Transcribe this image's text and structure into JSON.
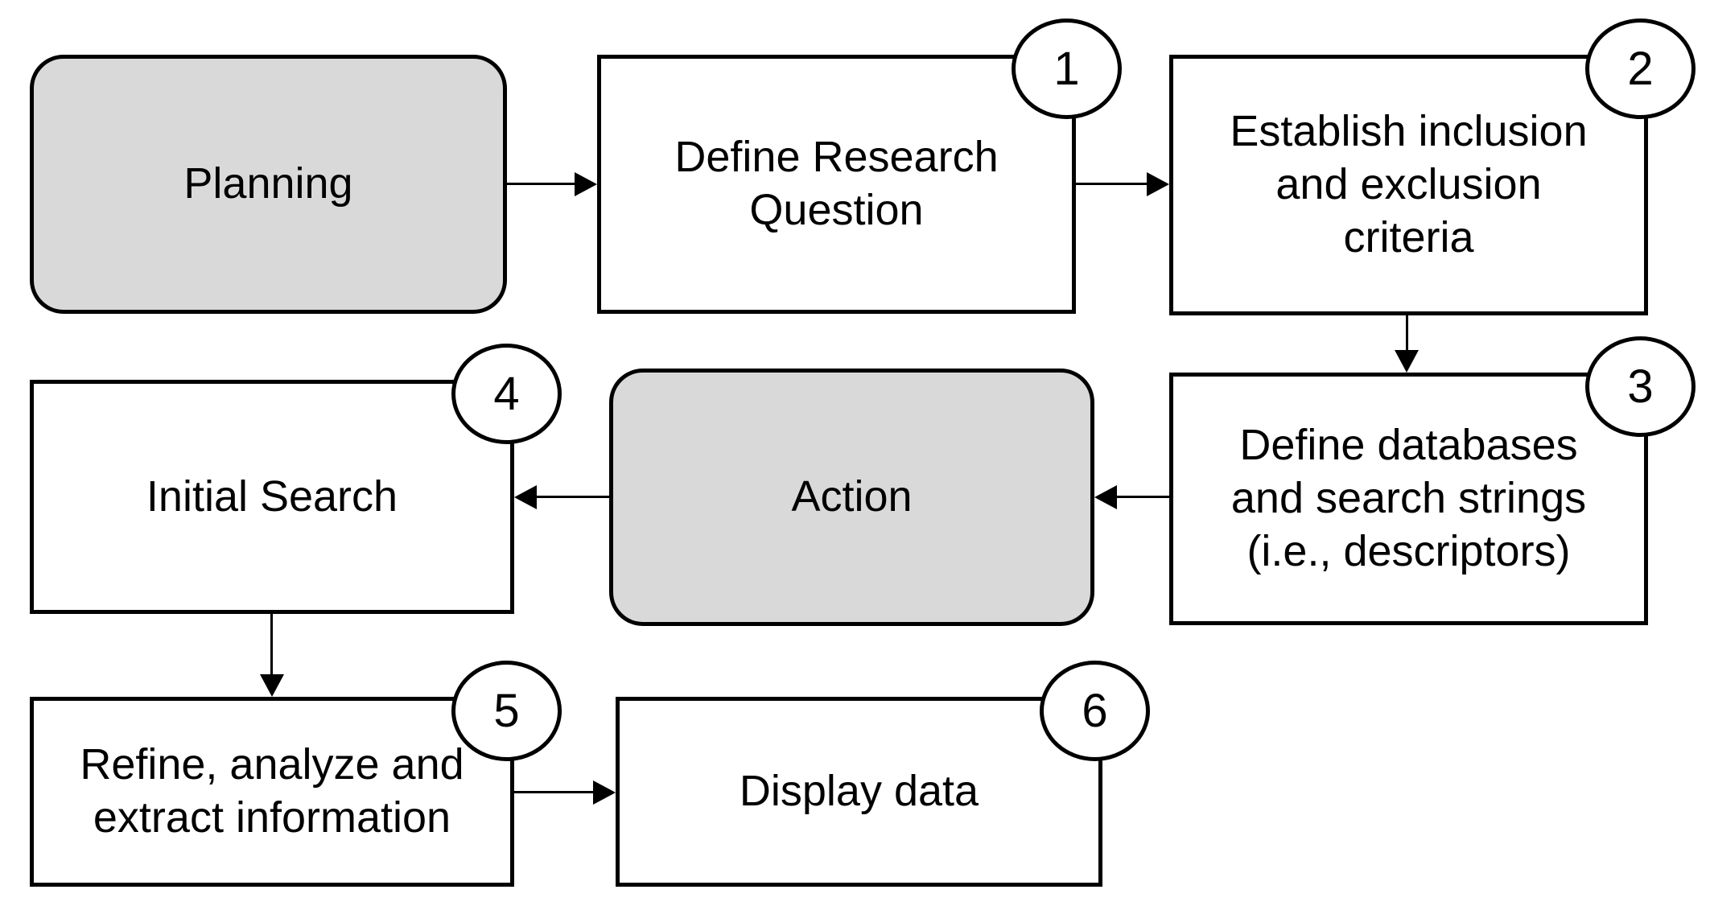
{
  "diagram": {
    "type": "flowchart",
    "background": "#ffffff",
    "colors": {
      "phase_fill": "#d9d9d9",
      "step_fill": "#ffffff",
      "stroke": "#000000",
      "text": "#000000"
    },
    "nodes": [
      {
        "id": "planning",
        "kind": "phase",
        "label": "Planning"
      },
      {
        "id": "define-research-question",
        "kind": "step",
        "step": "1",
        "label": "Define Research\nQuestion"
      },
      {
        "id": "establish-criteria",
        "kind": "step",
        "step": "2",
        "label": "Establish inclusion\nand exclusion\ncriteria"
      },
      {
        "id": "define-databases",
        "kind": "step",
        "step": "3",
        "label": "Define databases\nand search strings\n(i.e., descriptors)"
      },
      {
        "id": "initial-search",
        "kind": "step",
        "step": "4",
        "label": "Initial Search"
      },
      {
        "id": "action",
        "kind": "phase",
        "label": "Action"
      },
      {
        "id": "refine-analyze",
        "kind": "step",
        "step": "5",
        "label": "Refine, analyze and\nextract information"
      },
      {
        "id": "display-data",
        "kind": "step",
        "step": "6",
        "label": "Display data"
      }
    ],
    "edges": [
      {
        "from": "planning",
        "to": "define-research-question",
        "direction": "right"
      },
      {
        "from": "define-research-question",
        "to": "establish-criteria",
        "direction": "right"
      },
      {
        "from": "establish-criteria",
        "to": "define-databases",
        "direction": "down"
      },
      {
        "from": "define-databases",
        "to": "action",
        "direction": "left"
      },
      {
        "from": "action",
        "to": "initial-search",
        "direction": "left"
      },
      {
        "from": "initial-search",
        "to": "refine-analyze",
        "direction": "down"
      },
      {
        "from": "refine-analyze",
        "to": "display-data",
        "direction": "right"
      }
    ]
  }
}
